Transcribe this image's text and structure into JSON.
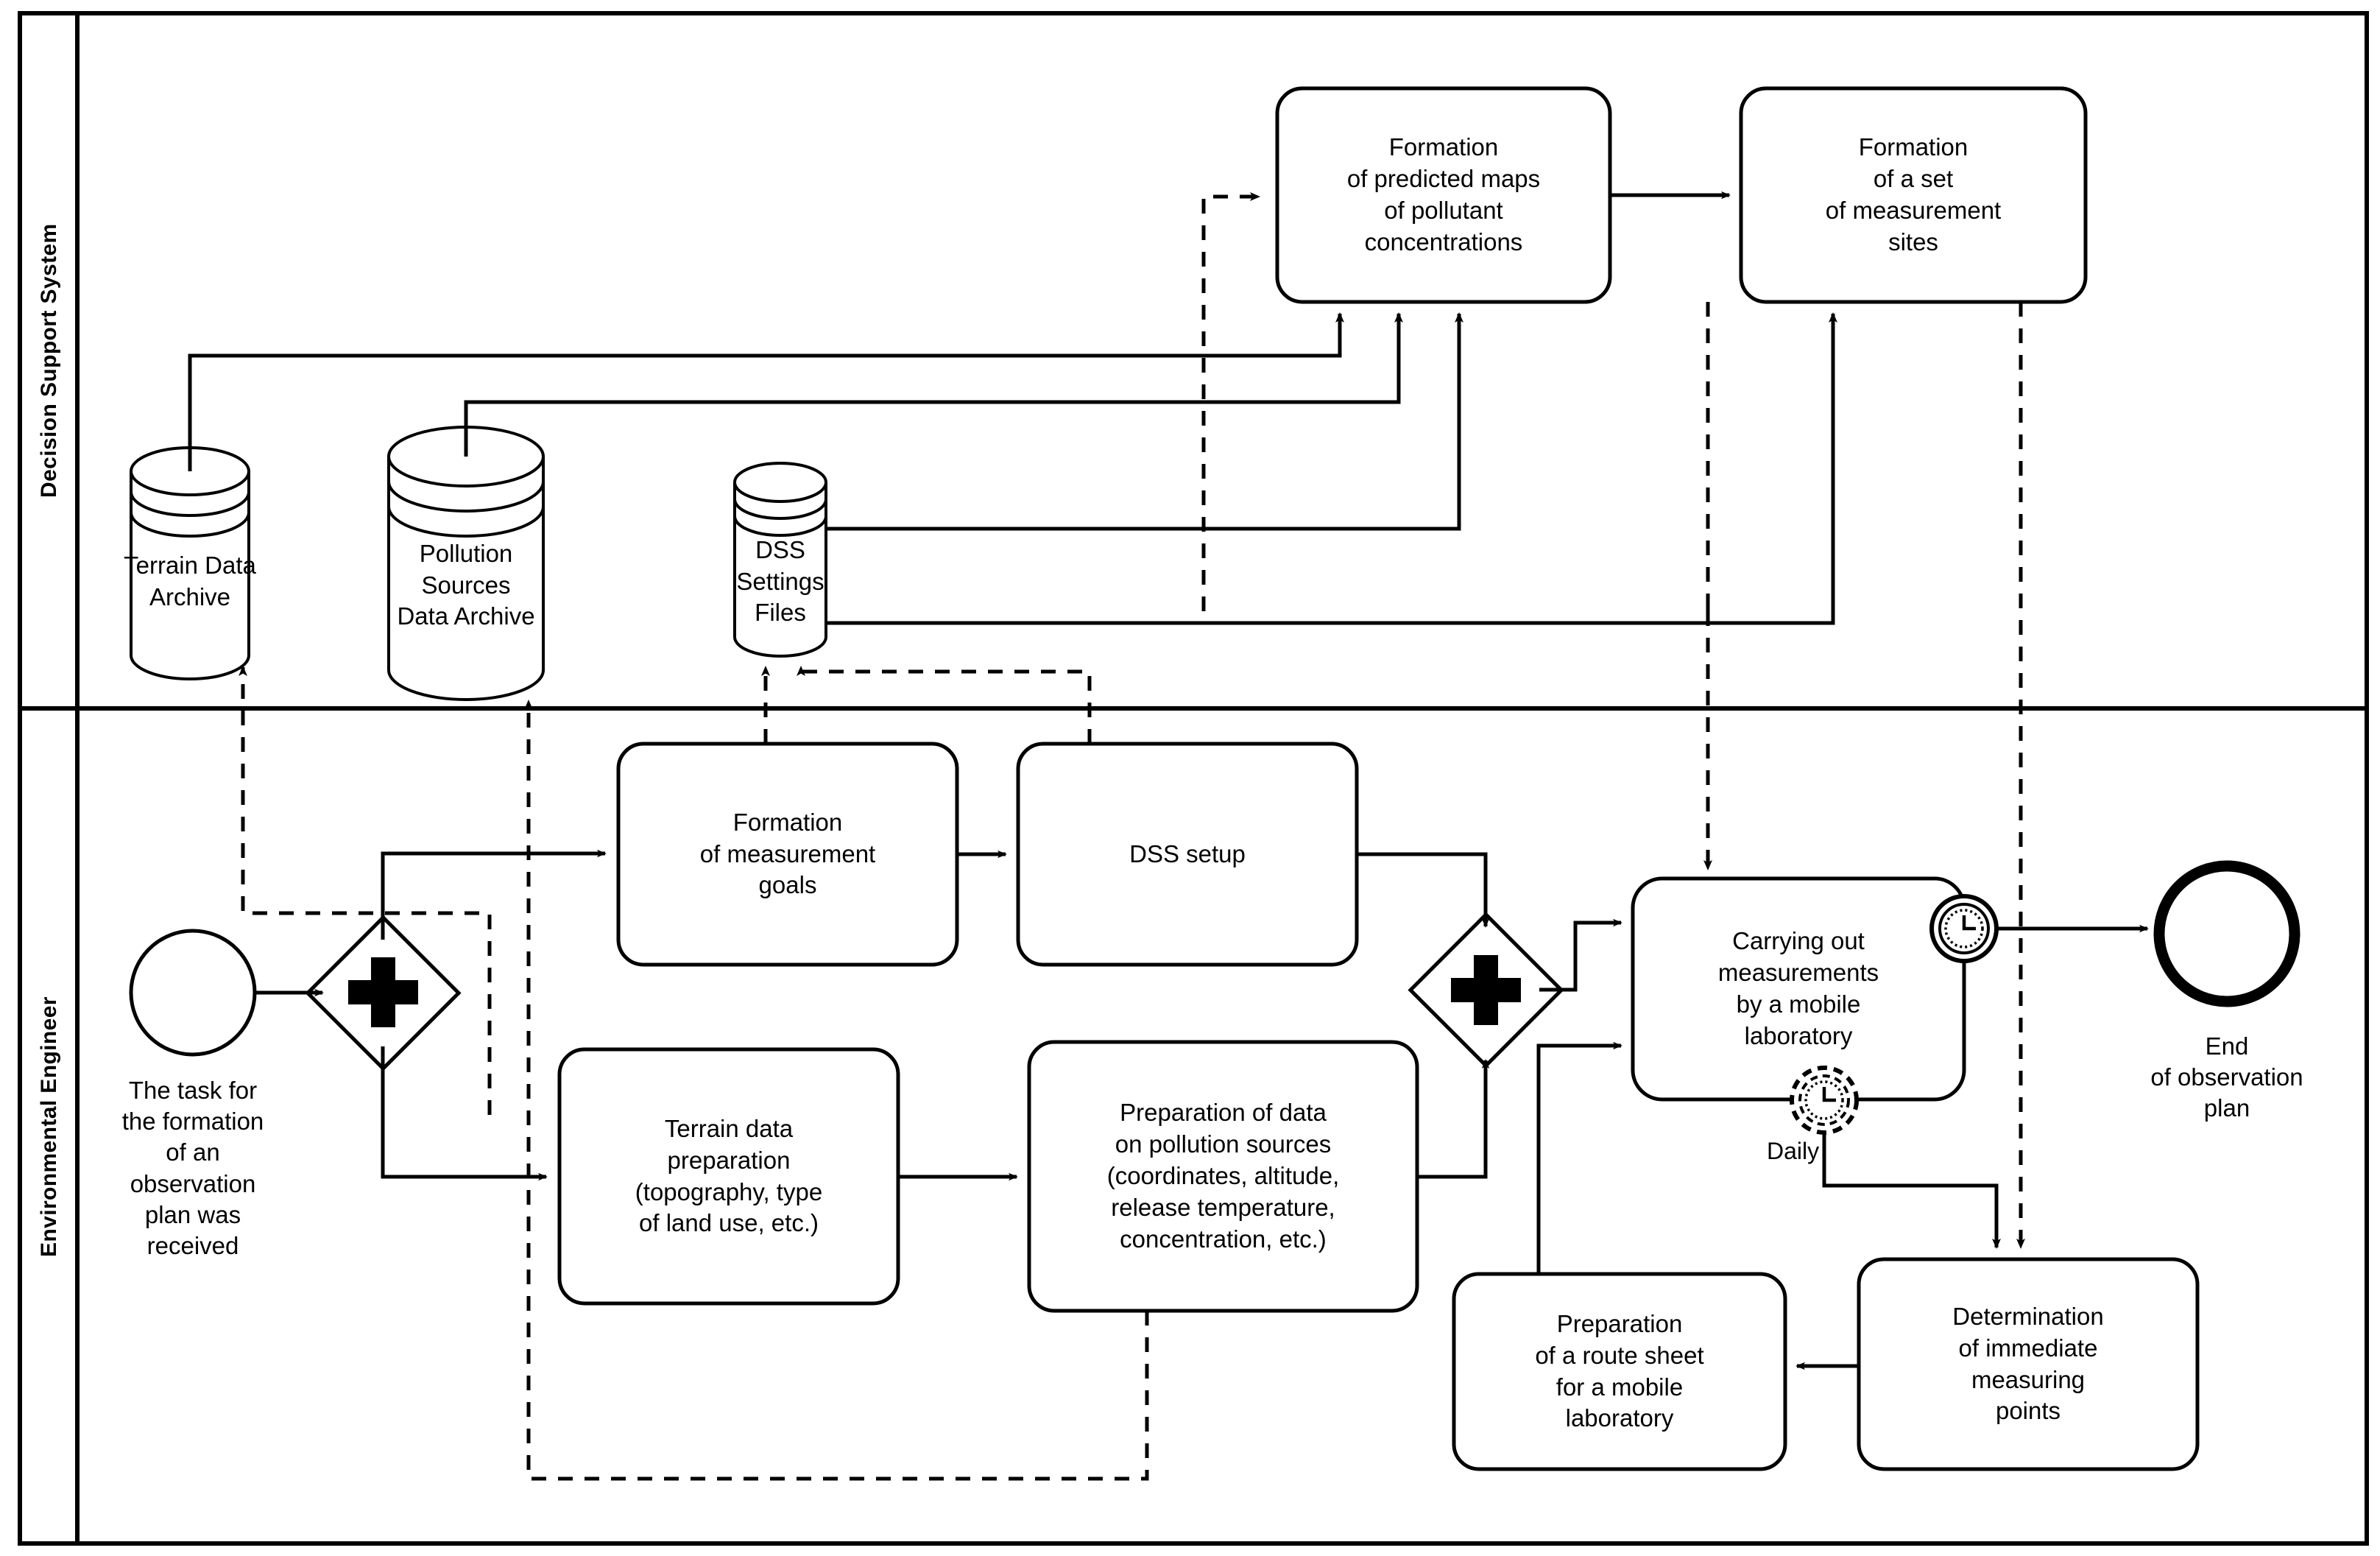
{
  "diagram": {
    "type": "bpmn-collaboration",
    "title": "Observation plan formation process",
    "stroke_color": "#000000",
    "fill_color": "#ffffff"
  },
  "lanes": [
    {
      "id": "lane-dss",
      "label": "Decision Support System"
    },
    {
      "id": "lane-engineer",
      "label": "Environmental Engineer"
    }
  ],
  "tasks": [
    {
      "id": "t-predicted-maps",
      "lane": "lane-dss",
      "label": "Formation\nof predicted maps\nof pollutant\nconcentrations"
    },
    {
      "id": "t-measurement-sites",
      "lane": "lane-dss",
      "label": "Formation\nof a set\nof measurement\nsites"
    },
    {
      "id": "t-measurement-goals",
      "lane": "lane-engineer",
      "label": "Formation\nof measurement\ngoals"
    },
    {
      "id": "t-dss-setup",
      "lane": "lane-engineer",
      "label": "DSS setup"
    },
    {
      "id": "t-terrain-prep",
      "lane": "lane-engineer",
      "label": "Terrain data\npreparation\n(topography, type\nof land use, etc.)"
    },
    {
      "id": "t-pollution-prep",
      "lane": "lane-engineer",
      "label": "Preparation of data\non pollution sources\n(coordinates, altitude,\nrelease temperature,\nconcentration, etc.)"
    },
    {
      "id": "t-carry-measurements",
      "lane": "lane-engineer",
      "label": "Carrying out\nmeasurements\nby a mobile\nlaboratory"
    },
    {
      "id": "t-route-sheet",
      "lane": "lane-engineer",
      "label": "Preparation\nof a route sheet\nfor a mobile\nlaboratory"
    },
    {
      "id": "t-measuring-points",
      "lane": "lane-engineer",
      "label": "Determination\nof immediate\nmeasuring\npoints"
    }
  ],
  "data_stores": [
    {
      "id": "ds-terrain",
      "label": "Terrain Data\nArchive"
    },
    {
      "id": "ds-pollution",
      "label": "Pollution Sources\nData Archive"
    },
    {
      "id": "ds-settings",
      "label": "DSS\nSettings\nFiles"
    }
  ],
  "events": [
    {
      "id": "ev-start",
      "kind": "start-event",
      "label": "The task for\nthe formation\nof an\nobservation\nplan was\nreceived"
    },
    {
      "id": "ev-end",
      "kind": "end-event",
      "label": "End\nof observation\nplan"
    },
    {
      "id": "ev-timer-interrupting",
      "kind": "boundary-timer-event",
      "label": ""
    },
    {
      "id": "ev-timer-noninterrupting",
      "kind": "boundary-timer-event-noninterrupting",
      "label": "Daily"
    }
  ],
  "gateways": [
    {
      "id": "gw-split",
      "kind": "parallel-gateway",
      "symbol": "+"
    },
    {
      "id": "gw-join",
      "kind": "parallel-gateway",
      "symbol": "+"
    }
  ],
  "flow_labels": {
    "daily": "Daily"
  }
}
